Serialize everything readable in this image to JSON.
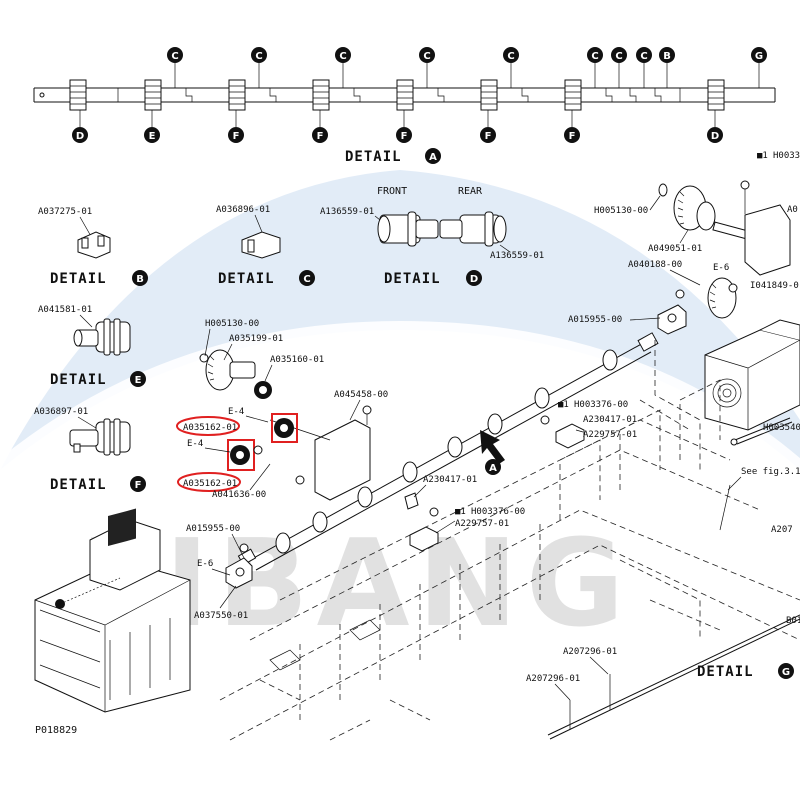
{
  "colors": {
    "accent_blue": "#dde9f6",
    "highlight_red": "#e02020",
    "watermark": "#c9c9c9"
  },
  "watermark": "LIBANG",
  "figure_id": "P018829",
  "detail_a": {
    "caption": "DETAIL",
    "top_markers": [
      "C",
      "C",
      "C",
      "C",
      "C",
      "C",
      "C",
      "C",
      "B",
      "G"
    ],
    "bottom_markers": [
      "D",
      "E",
      "F",
      "F",
      "F",
      "F",
      "F",
      "D"
    ],
    "letter": "A"
  },
  "detail_b": {
    "part": "A037275-01",
    "caption": "DETAIL",
    "letter": "B"
  },
  "detail_c": {
    "part": "A036896-01",
    "caption": "DETAIL",
    "letter": "C"
  },
  "detail_d": {
    "front": "FRONT",
    "rear": "REAR",
    "part_front": "A136559-01",
    "part_rear": "A136559-01",
    "caption": "DETAIL",
    "letter": "D"
  },
  "detail_e": {
    "part": "A041581-01",
    "caption": "DETAIL",
    "letter": "E"
  },
  "detail_f": {
    "part": "A036897-01",
    "caption": "DETAIL",
    "letter": "F"
  },
  "detail_g": {
    "caption": "DETAIL",
    "letter": "G",
    "parts": [
      "A207296-01",
      "A207296-01"
    ]
  },
  "labels": {
    "h005130_left": "H005130-00",
    "a035199": "A035199-01",
    "a035160": "A035160-01",
    "a045458": "A045458-00",
    "e4_top": "E-4",
    "a035162_top": "A035162-01",
    "e4_bottom": "E-4",
    "a035162_bottom": "A035162-01",
    "a041636": "A041636-00",
    "a015955_left": "A015955-00",
    "e6_left": "E-6",
    "a037550": "A037550-01",
    "a230417_mid": "A230417-01",
    "h003376_lower": "H003376-00",
    "a229757_lower": "A229757-01",
    "h003376_upper": "H003376-00",
    "a230417_upper": "A230417-01",
    "a229757_upper": "A229757-01",
    "a015955_right": "A015955-00",
    "h005130_right": "H005130-00",
    "a049051": "A049051-01",
    "a040188": "A040188-00",
    "e6_right": "E-6",
    "h0033_top": "H0033",
    "a0_cut": "A0",
    "i041849": "I041849-0",
    "h003540": "H003540",
    "see_fig": "See fig.3.1",
    "a207_cut": "A207",
    "b01_cut": "B01",
    "note_mark_1": "■1",
    "note_mark_2": "■1",
    "note_mark_3": "■1",
    "arrow_a": "A"
  }
}
